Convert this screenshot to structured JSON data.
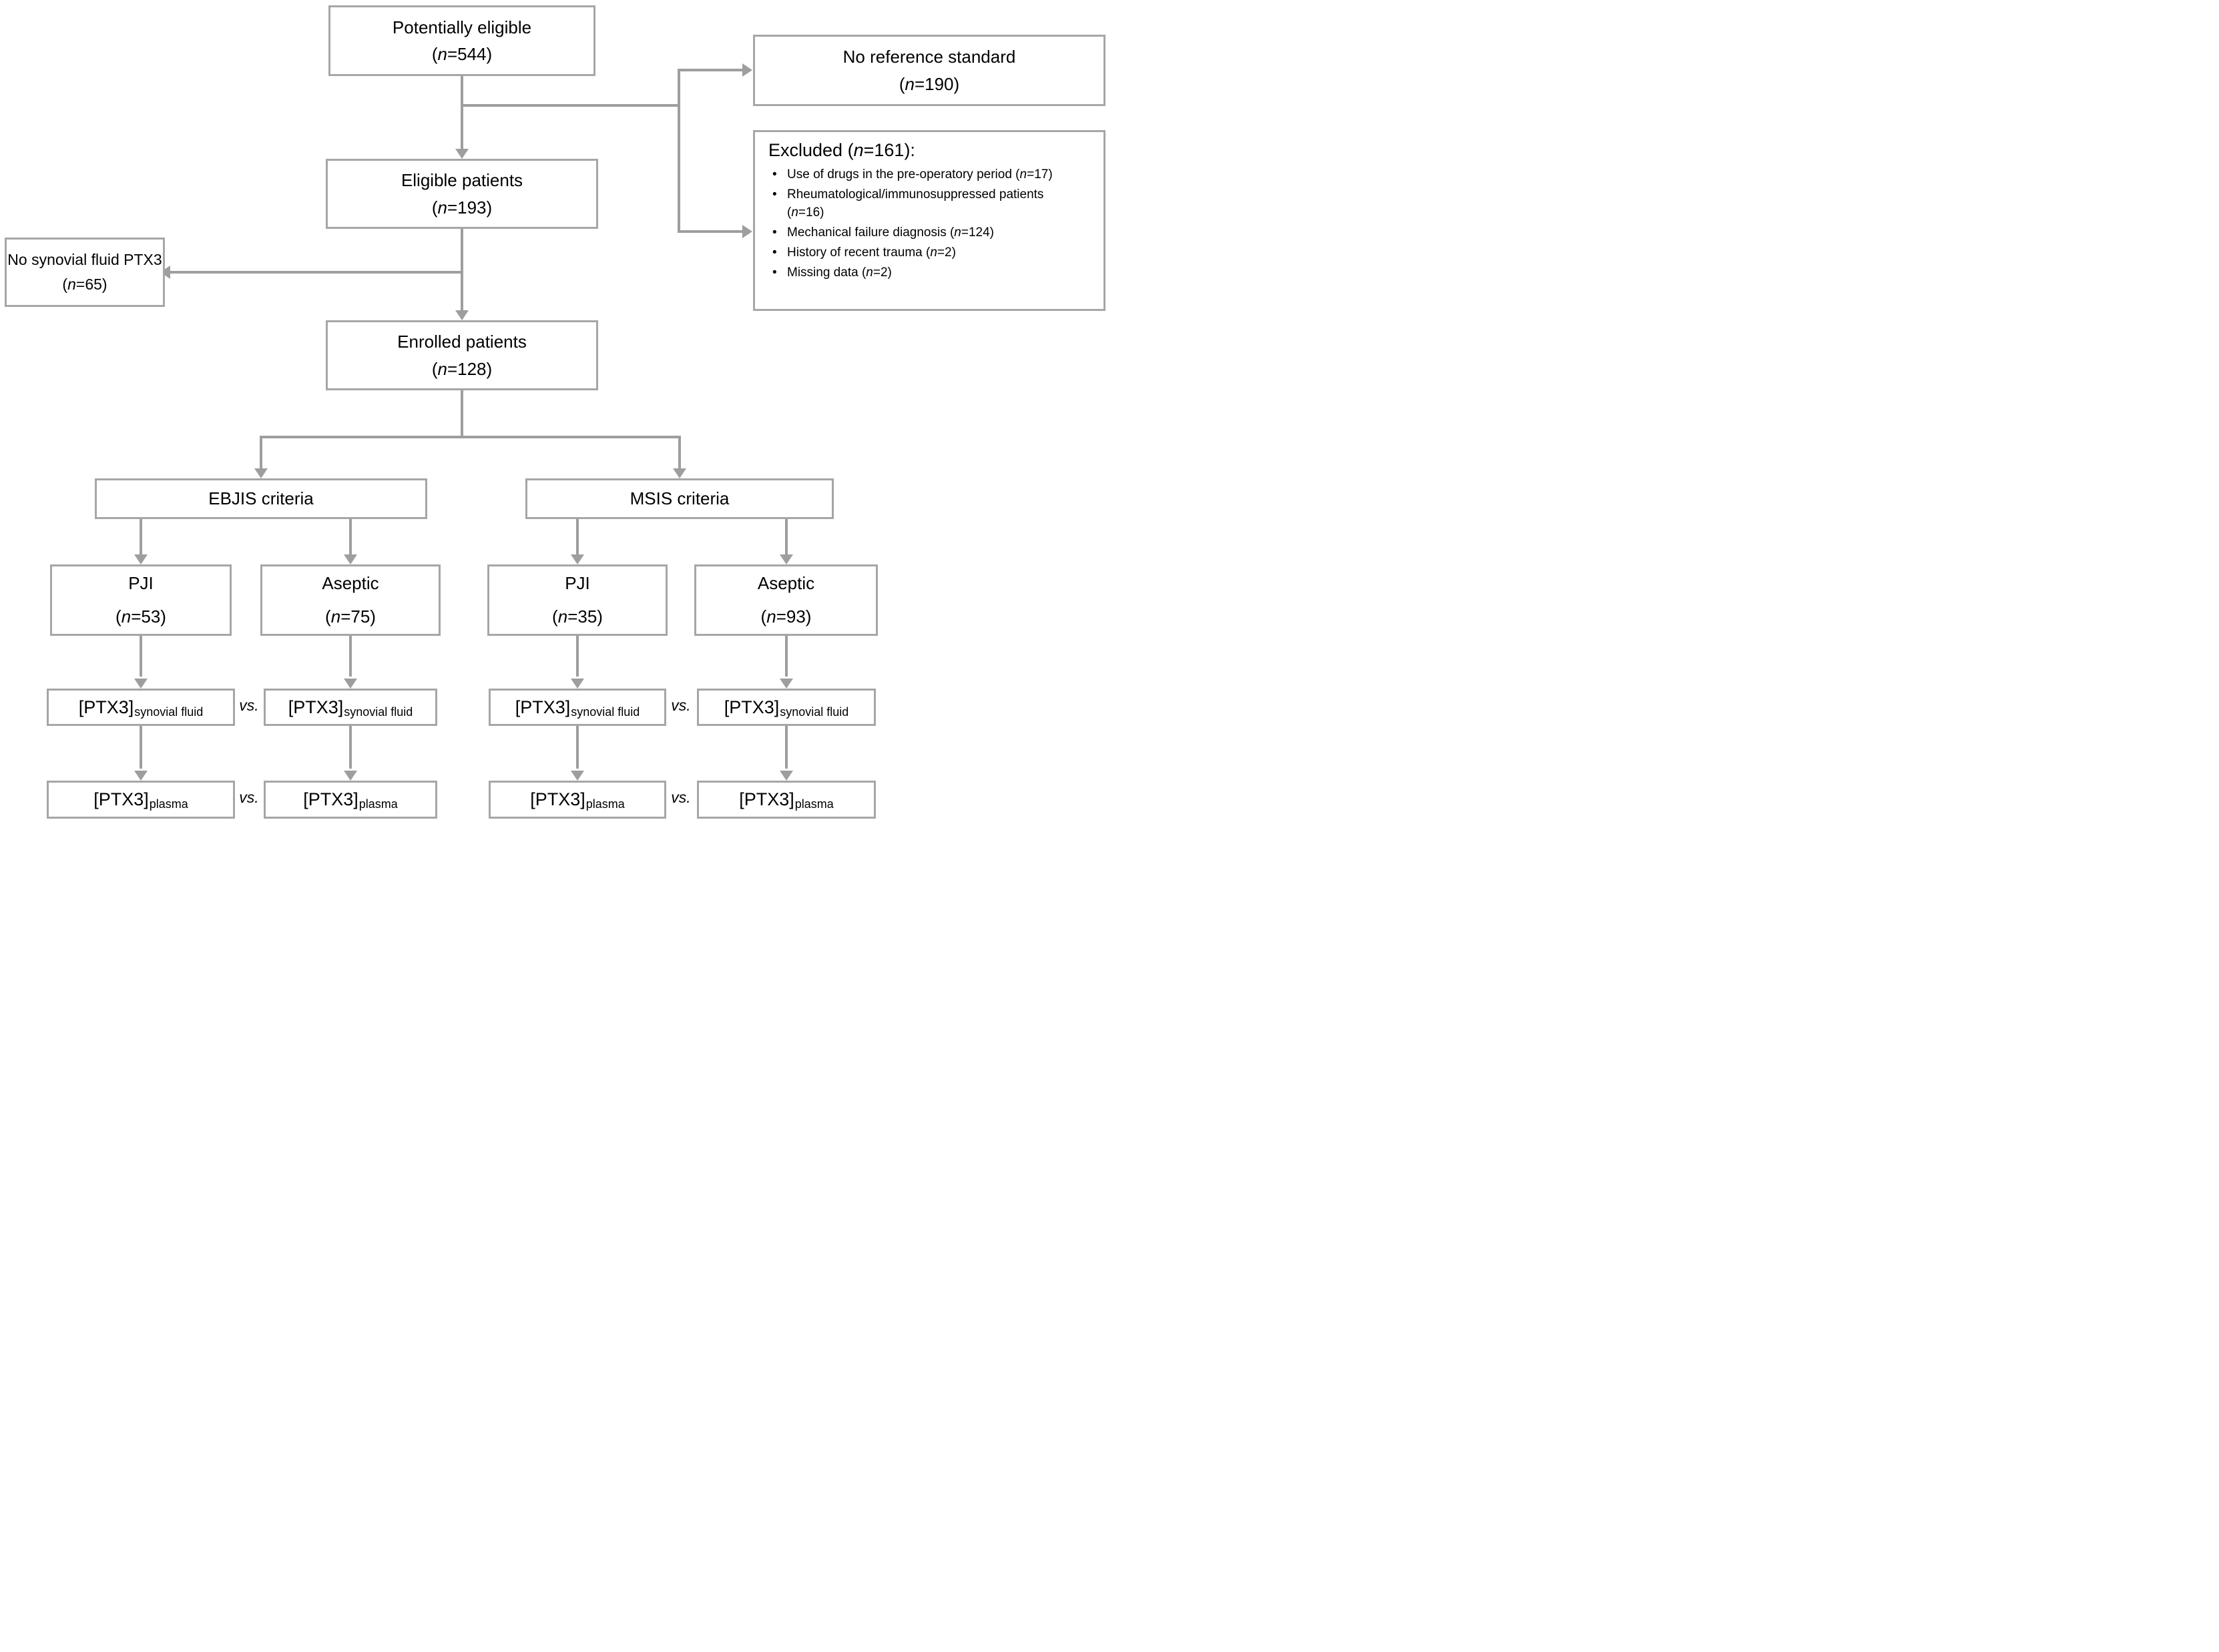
{
  "diagram": {
    "colors": {
      "line": "#9e9e9e",
      "box_border": "#a6a6a6",
      "text": "#000000",
      "background": "#ffffff"
    },
    "nodes": {
      "potentially_eligible": {
        "label": "Potentially eligible",
        "n": "(n=544)"
      },
      "no_reference_standard": {
        "label": "No reference standard",
        "n": "(n=190)"
      },
      "excluded": {
        "title": "Excluded",
        "n": "(n=161):",
        "bullets": [
          "Use of drugs in the pre-operatory period (n=17)",
          "Rheumatological/immunosuppressed patients (n=16)",
          "Mechanical failure diagnosis (n=124)",
          "History of recent trauma (n=2)",
          "Missing data (n=2)"
        ]
      },
      "eligible_patients": {
        "label": "Eligible patients",
        "n": "(n=193)"
      },
      "no_synovial_fluid": {
        "label": "No synovial fluid PTX3",
        "n": "(n=65)"
      },
      "enrolled_patients": {
        "label": "Enrolled patients",
        "n": "(n=128)"
      },
      "ebjis_criteria": {
        "label": "EBJIS criteria"
      },
      "msis_criteria": {
        "label": "MSIS criteria"
      },
      "ebjis_pji": {
        "label": "PJI",
        "n": "(n=53)"
      },
      "ebjis_aseptic": {
        "label": "Aseptic",
        "n": "(n=75)"
      },
      "msis_pji": {
        "label": "PJI",
        "n": "(n=35)"
      },
      "msis_aseptic": {
        "label": "Aseptic",
        "n": "(n=93)"
      },
      "ptx3_synovial": {
        "main": "[PTX3]",
        "sub": "synovial fluid"
      },
      "ptx3_plasma": {
        "main": "[PTX3]",
        "sub": "plasma"
      },
      "vs_label": "vs."
    }
  }
}
